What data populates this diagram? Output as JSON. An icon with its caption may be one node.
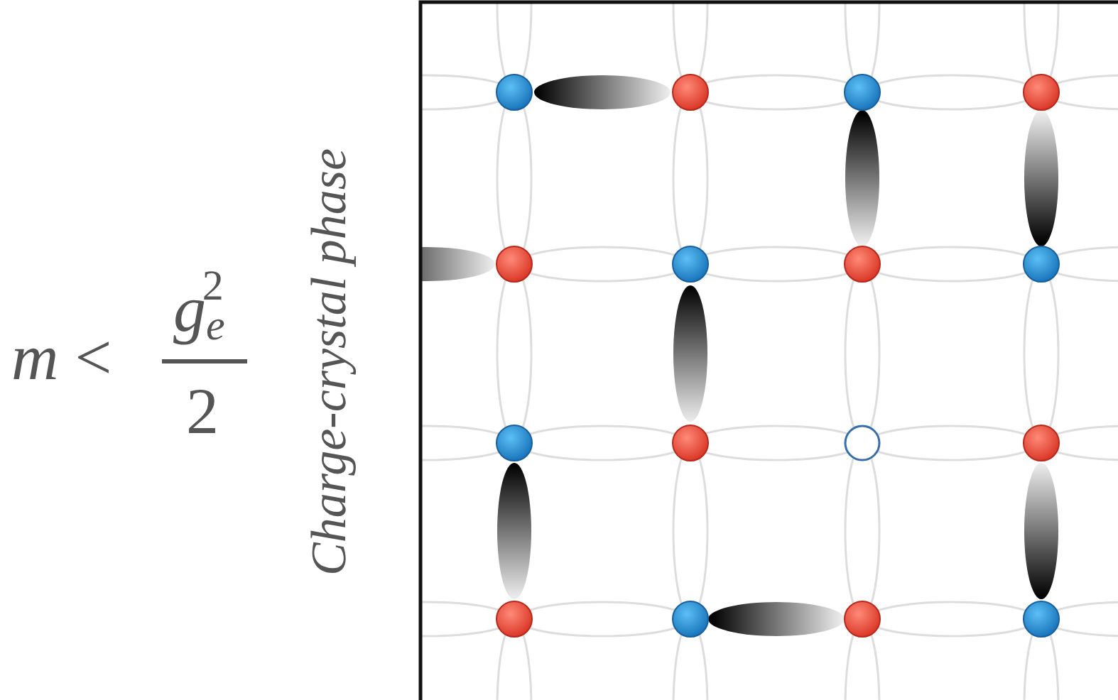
{
  "diagram": {
    "labels": [
      "*m* <",
      "*g*$_{e}$$^{2}$",
      "2",
      "Charge-crystal phase"
    ]
  }
}
